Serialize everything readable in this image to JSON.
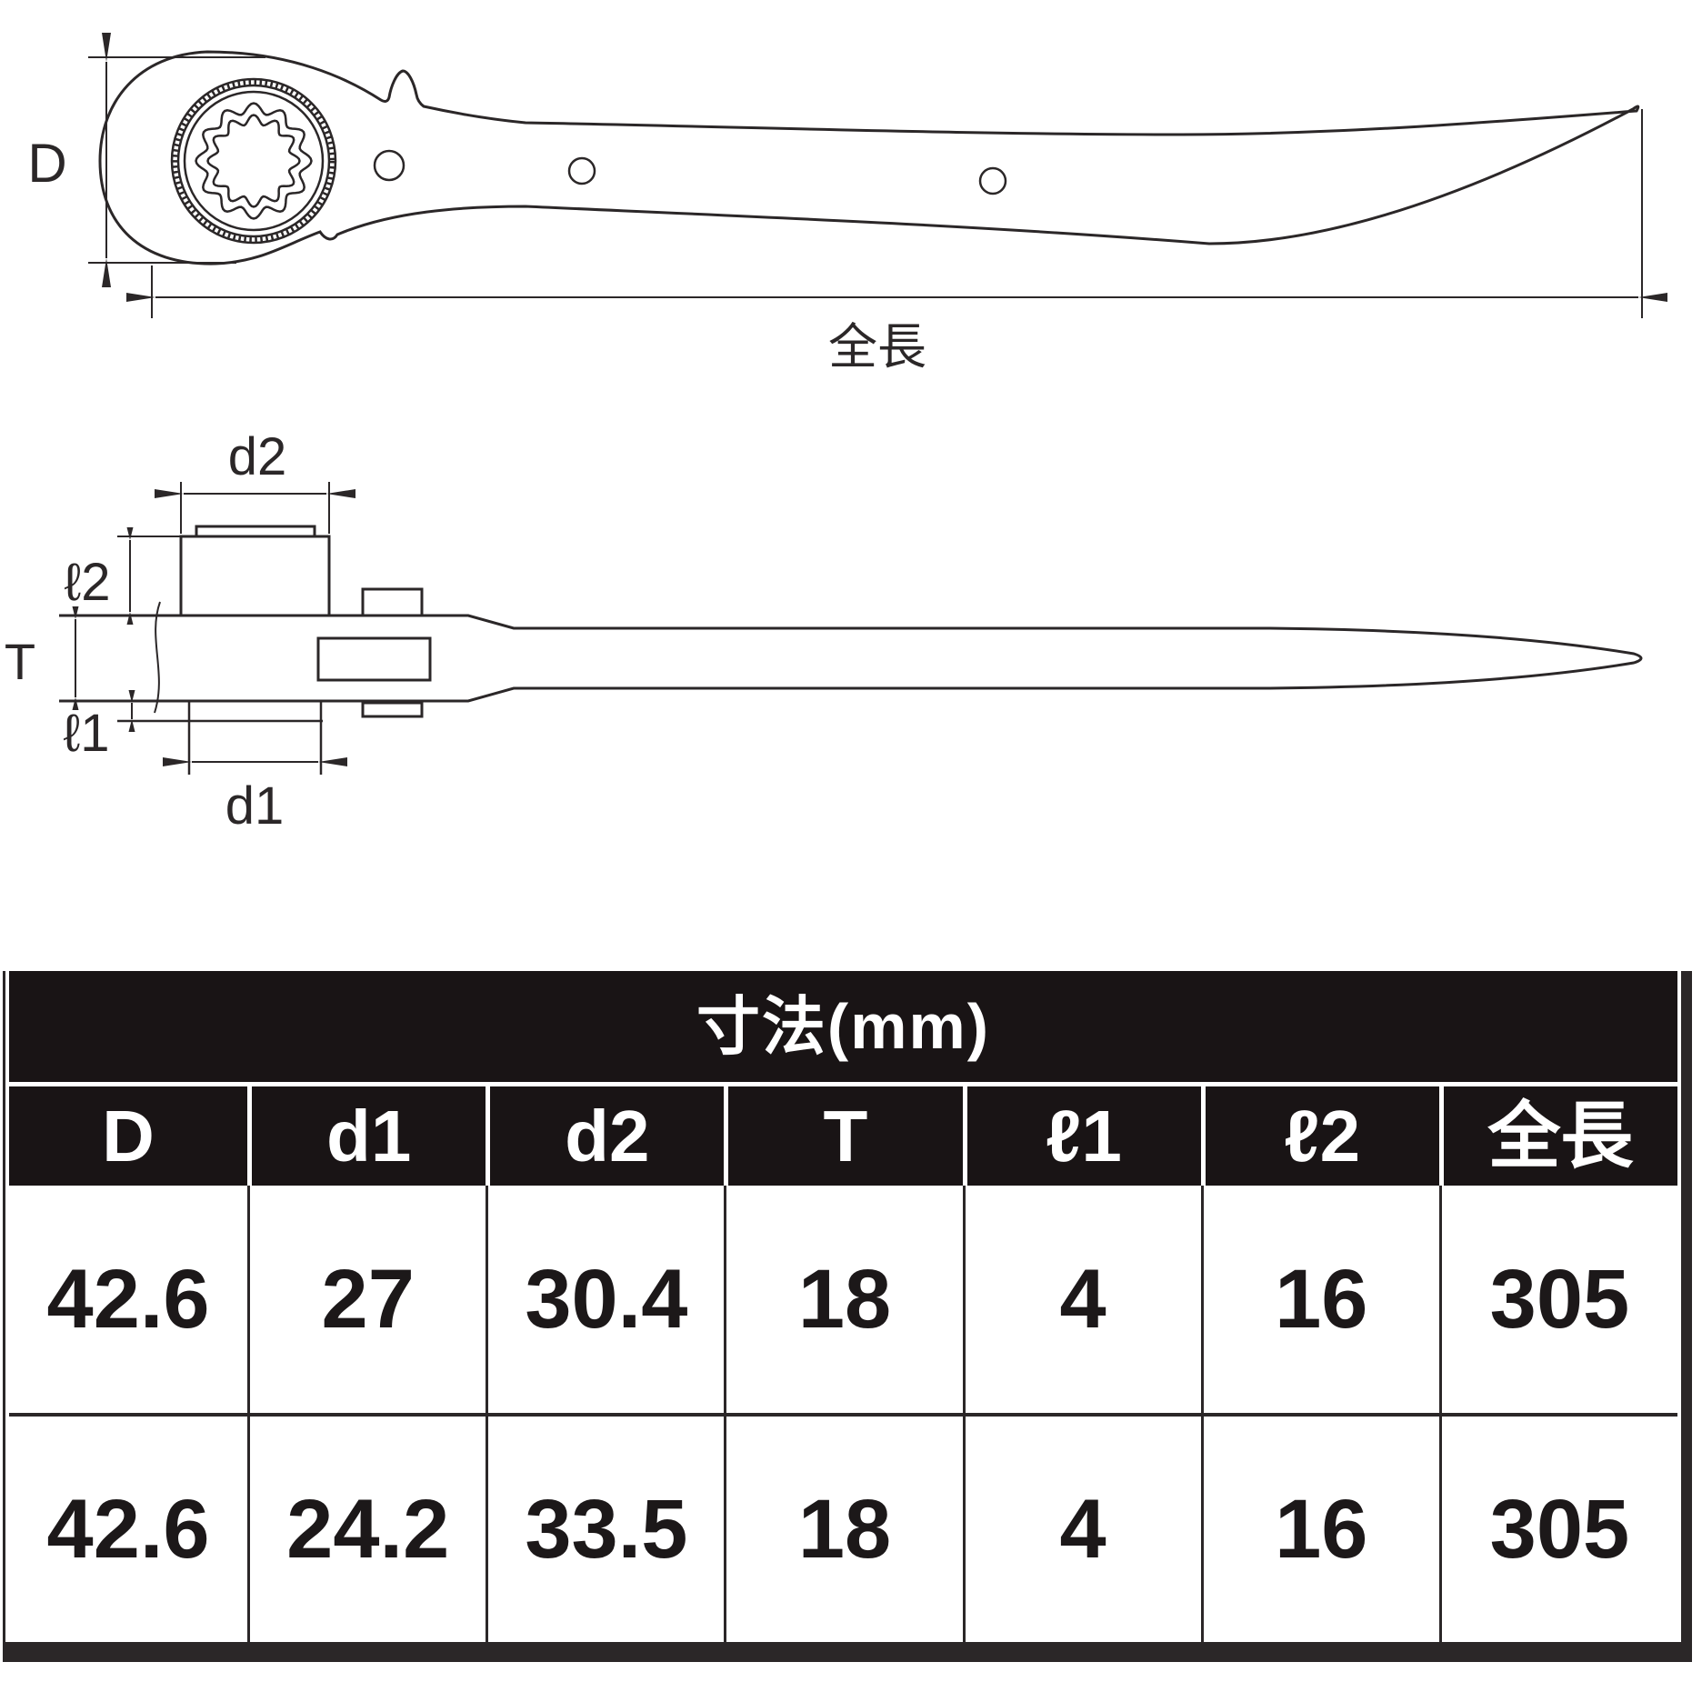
{
  "drawing": {
    "labels": {
      "d_height": "D",
      "overall_length": "全長",
      "d2": "d2",
      "l2": "ℓ2",
      "thickness": "T",
      "l1": "ℓ1",
      "d1": "d1"
    }
  },
  "table": {
    "title": "寸法(mm)",
    "columns": [
      "D",
      "d1",
      "d2",
      "T",
      "ℓ1",
      "ℓ2",
      "全長"
    ],
    "rows": [
      [
        "42.6",
        "27",
        "30.4",
        "18",
        "4",
        "16",
        "305"
      ],
      [
        "42.6",
        "24.2",
        "33.5",
        "18",
        "4",
        "16",
        "305"
      ]
    ]
  },
  "colors": {
    "line": "#2b2728",
    "table_header_bg": "#191415",
    "table_text": "#1c1819",
    "background": "#ffffff"
  }
}
